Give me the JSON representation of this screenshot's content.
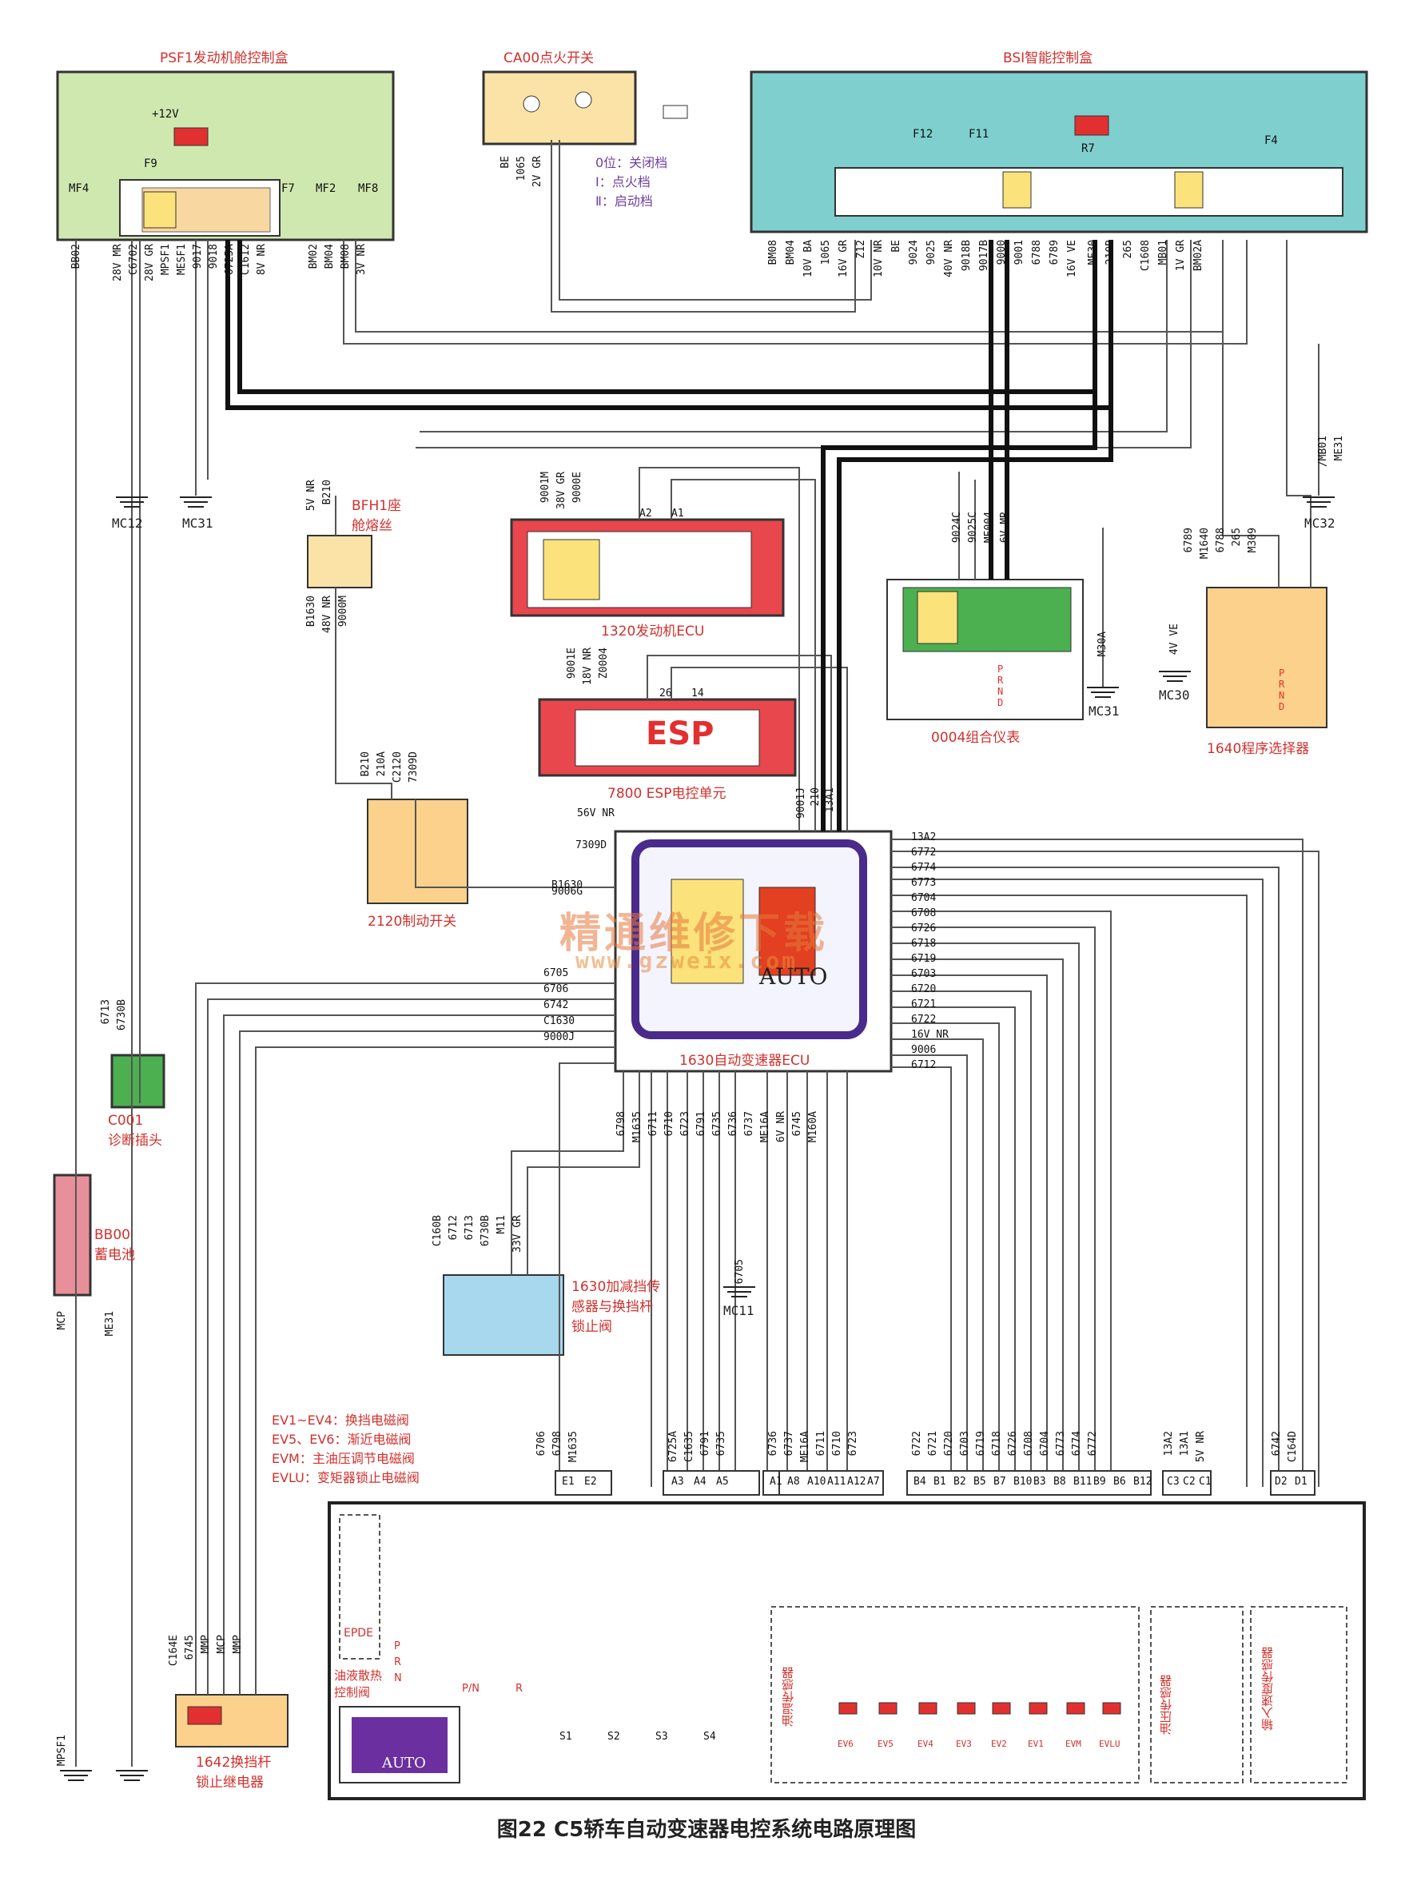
{
  "components": {
    "psf1": "PSF1发动机舱控制盒",
    "ca00": "CA00点火开关",
    "bsi": "BSI智能控制盒",
    "bfh1": "BFH1座\n舱熔丝",
    "ecu1320": "1320发动机ECU",
    "esp7800": "7800 ESP电控单元",
    "cluster": "0004组合仪表",
    "selector": "1640程序选择器",
    "brake": "2120制动开关",
    "tcu": "1630自动变速器ECU",
    "diag": "C001\n诊断插头",
    "battery": "BB00\n蓄电池",
    "sensor1630": "1630加减挡传\n感器与换挡杆\n锁止阀",
    "relay1642": "1642换挡杆\n锁止继电器"
  },
  "ignition_positions": [
    "0位：关闭档",
    "Ⅰ：点火档",
    "Ⅱ：启动档"
  ],
  "grounds": [
    "MC12",
    "MC31",
    "MC32",
    "MC31",
    "MC30",
    "MC11"
  ],
  "fuses": [
    "F9",
    "F7",
    "MF2",
    "MF8",
    "MF4",
    "F12",
    "F11",
    "R7",
    "F4",
    "+12V"
  ],
  "legend": [
    "EV1~EV4：换挡电磁阀",
    "EV5、EV6：渐近电磁阀",
    "EVM：主油压调节电磁阀",
    "EVLU：变矩器锁止电磁阀"
  ],
  "internal_labels": {
    "epde": "EPDE",
    "cooling_valve": "油液散热\n控制阀",
    "oil_temp": "油温传感器",
    "oil_press": "油压传感器",
    "input_speed": "输入速度传感器",
    "gears": [
      "P",
      "R",
      "N",
      "P/N",
      "R"
    ],
    "switches": [
      "S1",
      "S2",
      "S3",
      "S4"
    ],
    "valves": [
      "EV6",
      "EV5",
      "EV4",
      "EV3",
      "EV2",
      "EV1",
      "EVM",
      "EVLU"
    ]
  },
  "logo_text": [
    "ESP",
    "AUTO",
    "AUTO",
    "P\nR\nN\nD"
  ],
  "watermark": [
    "精通维修下载",
    "www.gzweix.com"
  ],
  "wire_codes": [
    "BB02",
    "28V MR",
    "C6702",
    "28V GR",
    "MPSF1",
    "MESF1",
    "9017",
    "9018",
    "6725A",
    "C1612",
    "8V NR",
    "BM02",
    "BM04",
    "BM08",
    "3V NR",
    "BE",
    "1065",
    "2V GR",
    "BM08",
    "BM04",
    "10V BA",
    "1065",
    "16V GR",
    "Z12",
    "10V NR",
    "BE",
    "9024",
    "9025",
    "40V NR",
    "9018B",
    "9017B",
    "9000",
    "9001",
    "6788",
    "6789",
    "16V VE",
    "ME30",
    "210B",
    "265",
    "C1608",
    "MB01",
    "1V GR",
    "BM02A",
    "5V NR",
    "B210",
    "B1630",
    "48V NR",
    "9000M",
    "9001M",
    "38V GR",
    "9000E",
    "9001E",
    "18V NR",
    "Z0004",
    "9024C",
    "9025C",
    "ME004",
    "6V MR",
    "6789",
    "M1640",
    "6788",
    "265",
    "M309",
    "/MB01",
    "ME31",
    "M30A",
    "4V VE",
    "B210",
    "210A",
    "C2120",
    "7309D",
    "B1630",
    "56V NR",
    "7309D",
    "9006G",
    "6705",
    "6706",
    "6742",
    "C1630",
    "9000J",
    "9001J",
    "210",
    "13A1",
    "13A2",
    "6772",
    "6774",
    "6773",
    "6704",
    "6708",
    "6726",
    "6718",
    "6719",
    "6703",
    "6720",
    "6721",
    "6722",
    "16V NR",
    "9006",
    "6712",
    "6713",
    "6730B",
    "6798",
    "M1635",
    "6711",
    "6710",
    "6723",
    "6791",
    "6735",
    "6736",
    "6737",
    "ME16A",
    "6V NR",
    "6745",
    "M160A",
    "C160B",
    "6712",
    "6713",
    "6730B",
    "M11",
    "33V GR",
    "6705",
    "6706",
    "6798",
    "M1635",
    "6725A",
    "C1635",
    "6791",
    "6735",
    "6736",
    "6737",
    "ME16A",
    "6711",
    "6710",
    "6723",
    "6722",
    "6721",
    "6720",
    "6703",
    "6719",
    "6718",
    "6726",
    "6708",
    "6704",
    "6773",
    "6774",
    "6772",
    "13A2",
    "13A1",
    "5V NR",
    "6742",
    "C164D",
    "C164E",
    "6745",
    "MMP",
    "MCP",
    "MMP",
    "MCP",
    "ME31",
    "MPSF1"
  ],
  "pin_labels": [
    "E1",
    "E2",
    "A3",
    "A4",
    "A5",
    "A1",
    "A8",
    "A10",
    "A11",
    "A12",
    "A7",
    "B4",
    "B1",
    "B2",
    "B5",
    "B7",
    "B10",
    "B3",
    "B8",
    "B11",
    "B9",
    "B6",
    "B12",
    "C3",
    "C2",
    "C1",
    "D2",
    "D1",
    "A2",
    "A1",
    "26",
    "14"
  ],
  "caption": "图22 C5轿车自动变速器电控系统电路原理图"
}
